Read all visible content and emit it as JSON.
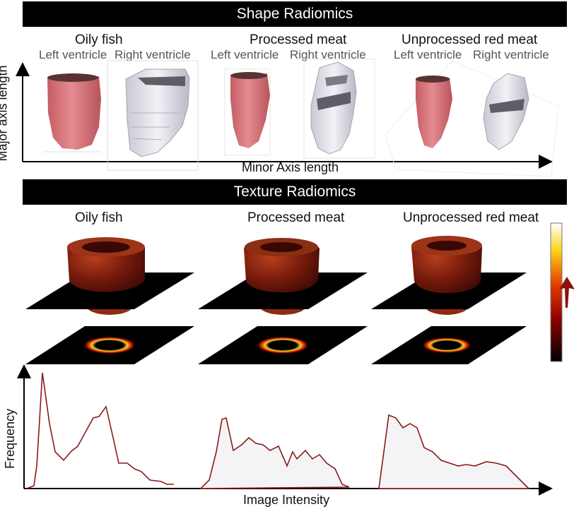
{
  "shape_section": {
    "title": "Shape Radiomics",
    "groups": [
      {
        "name": "Oily fish",
        "left_label": "Left ventricle",
        "right_label": "Right ventricle"
      },
      {
        "name": "Processed meat",
        "left_label": "Left ventricle",
        "right_label": "Right ventricle"
      },
      {
        "name": "Unprocessed red meat",
        "left_label": "Left ventricle",
        "right_label": "Right ventricle"
      }
    ],
    "x_axis_label": "Minor Axis length",
    "y_axis_label": "Major axis length"
  },
  "texture_section": {
    "title": "Texture Radiomics",
    "groups": [
      "Oily fish",
      "Processed meat",
      "Unprocessed red meat"
    ]
  },
  "histogram": {
    "x_axis_label": "Image Intensity",
    "y_axis_label": "Frequency"
  },
  "colors": {
    "lv_fill": "#d9767b",
    "rv_fill": "#e4e4ee",
    "curve": "#8b1a1a",
    "banner": "#000000",
    "arrow_red": "#8b1010"
  }
}
